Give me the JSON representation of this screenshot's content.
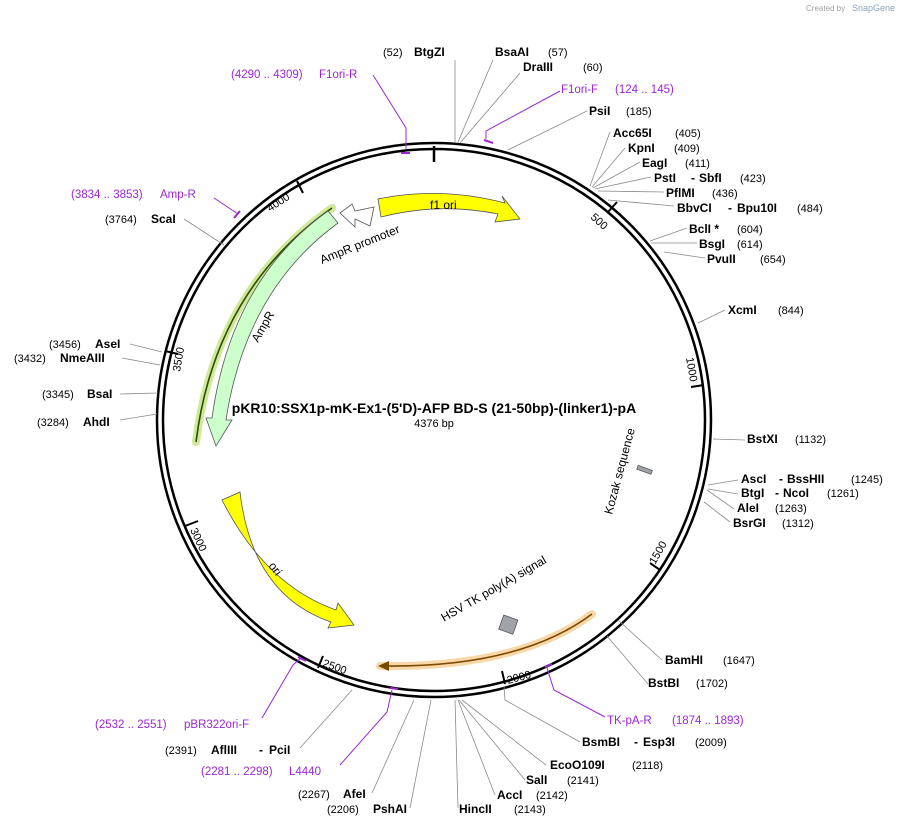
{
  "credit": {
    "prefix": "Created by",
    "brand": "SnapGene"
  },
  "title": "pKR10:SSX1p-mK-Ex1-(5'D)-AFP BD-S (21-50bp)-(linker1)-pA",
  "subtitle": "4376 bp",
  "ticks": [
    "500",
    "1000",
    "1500",
    "2000",
    "2500",
    "3000",
    "3500",
    "4000"
  ],
  "features": {
    "f1ori": "f1 ori",
    "ampr_promoter": "AmpR promoter",
    "ampr": "AmpR",
    "ori": "ori",
    "hsv": "HSV TK poly(A) signal",
    "kozak": "Kozak sequence"
  },
  "primers": [
    {
      "range": "(4290 .. 4309)",
      "name": "F1ori-R"
    },
    {
      "range": "(124 .. 145)",
      "name": "F1ori-F"
    },
    {
      "range": "(3834 .. 3853)",
      "name": "Amp-R"
    },
    {
      "range": "(1874 .. 1893)",
      "name": "TK-pA-R"
    },
    {
      "range": "(2532 .. 2551)",
      "name": "pBR322ori-F"
    },
    {
      "range": "(2281 .. 2298)",
      "name": "L4440"
    }
  ],
  "sites": [
    {
      "name": "BtgZI",
      "pos": "(52)"
    },
    {
      "name": "BsaAI",
      "pos": "(57)"
    },
    {
      "name": "DraIII",
      "pos": "(60)"
    },
    {
      "name": "PsiI",
      "pos": "(185)"
    },
    {
      "name": "Acc65I",
      "pos": "(405)"
    },
    {
      "name": "KpnI",
      "pos": "(409)"
    },
    {
      "name": "EagI",
      "pos": "(411)"
    },
    {
      "name": "PstI",
      "name2": "SbfI",
      "pos": "(423)"
    },
    {
      "name": "PflMI",
      "pos": "(436)"
    },
    {
      "name": "BbvCI",
      "name2": "Bpu10I",
      "pos": "(484)"
    },
    {
      "name": "BclI *",
      "pos": "(604)"
    },
    {
      "name": "BsgI",
      "pos": "(614)"
    },
    {
      "name": "PvuII",
      "pos": "(654)"
    },
    {
      "name": "XcmI",
      "pos": "(844)"
    },
    {
      "name": "BstXI",
      "pos": "(1132)"
    },
    {
      "name": "AscI",
      "name2": "BssHII",
      "pos": "(1245)"
    },
    {
      "name": "BtgI",
      "name2": "NcoI",
      "pos": "(1261)"
    },
    {
      "name": "AleI",
      "pos": "(1263)"
    },
    {
      "name": "BsrGI",
      "pos": "(1312)"
    },
    {
      "name": "BamHI",
      "pos": "(1647)"
    },
    {
      "name": "BstBI",
      "pos": "(1702)"
    },
    {
      "name": "BsmBI",
      "name2": "Esp3I",
      "pos": "(2009)"
    },
    {
      "name": "EcoO109I",
      "pos": "(2118)"
    },
    {
      "name": "SalI",
      "pos": "(2141)"
    },
    {
      "name": "AccI",
      "pos": "(2142)"
    },
    {
      "name": "HincII",
      "pos": "(2143)"
    },
    {
      "name": "PshAI",
      "pos": "(2206)"
    },
    {
      "name": "AfeI",
      "pos": "(2267)"
    },
    {
      "name": "AflIII",
      "name2": "PciI",
      "pos": "(2391)"
    },
    {
      "name": "AhdI",
      "pos": "(3284)"
    },
    {
      "name": "BsaI",
      "pos": "(3345)"
    },
    {
      "name": "NmeAIII",
      "pos": "(3432)"
    },
    {
      "name": "AseI",
      "pos": "(3456)"
    },
    {
      "name": "ScaI",
      "pos": "(3764)"
    }
  ]
}
